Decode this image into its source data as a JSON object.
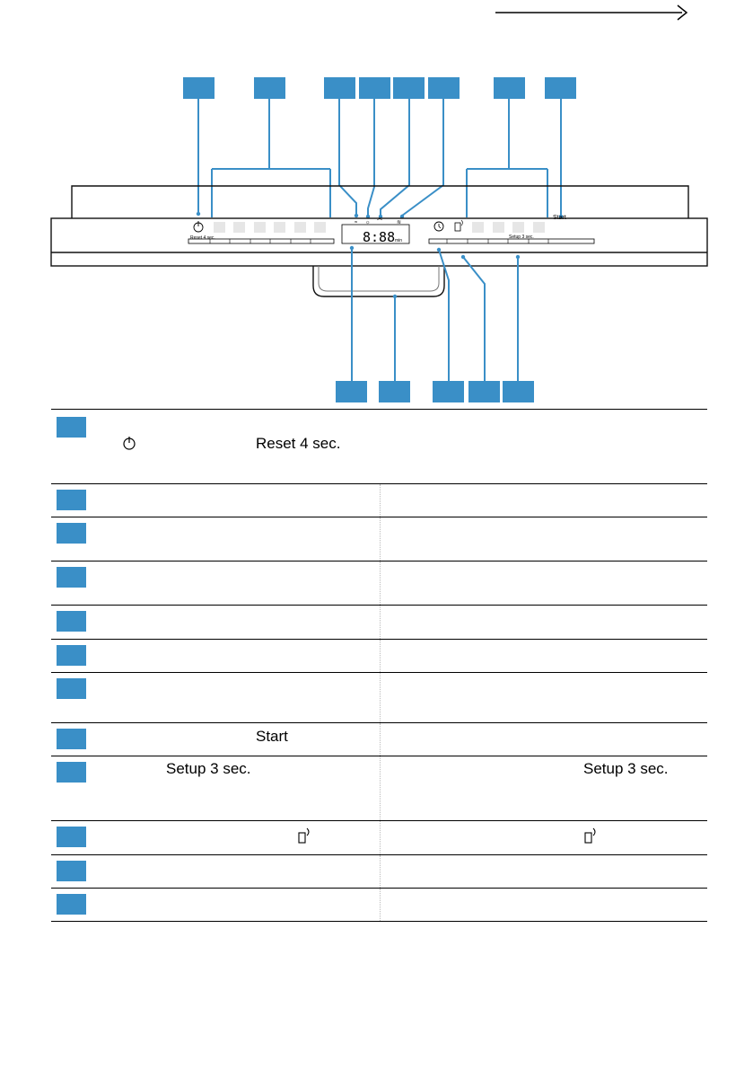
{
  "panel": {
    "reset_label": "Reset 4 sec.",
    "display_value": "8:88",
    "display_unit": "min",
    "setup_label": "Setup 3 sec.",
    "start_label": "Start"
  },
  "legend": {
    "rows": [
      {
        "texts": [
          "Reset 4 sec."
        ],
        "icons": [
          "power-icon"
        ]
      },
      {
        "texts": []
      },
      {
        "texts": []
      },
      {
        "texts": []
      },
      {
        "texts": []
      },
      {
        "texts": []
      },
      {
        "texts": []
      },
      {
        "texts": [
          "Start"
        ]
      },
      {
        "texts": [
          "Setup 3 sec.",
          "Setup 3 sec."
        ]
      },
      {
        "texts": [],
        "icons": [
          "remote-start-icon",
          "remote-start-icon"
        ]
      },
      {
        "texts": []
      },
      {
        "texts": []
      }
    ]
  },
  "colors": {
    "accent": "#3a8fc7",
    "line": "#000000"
  }
}
